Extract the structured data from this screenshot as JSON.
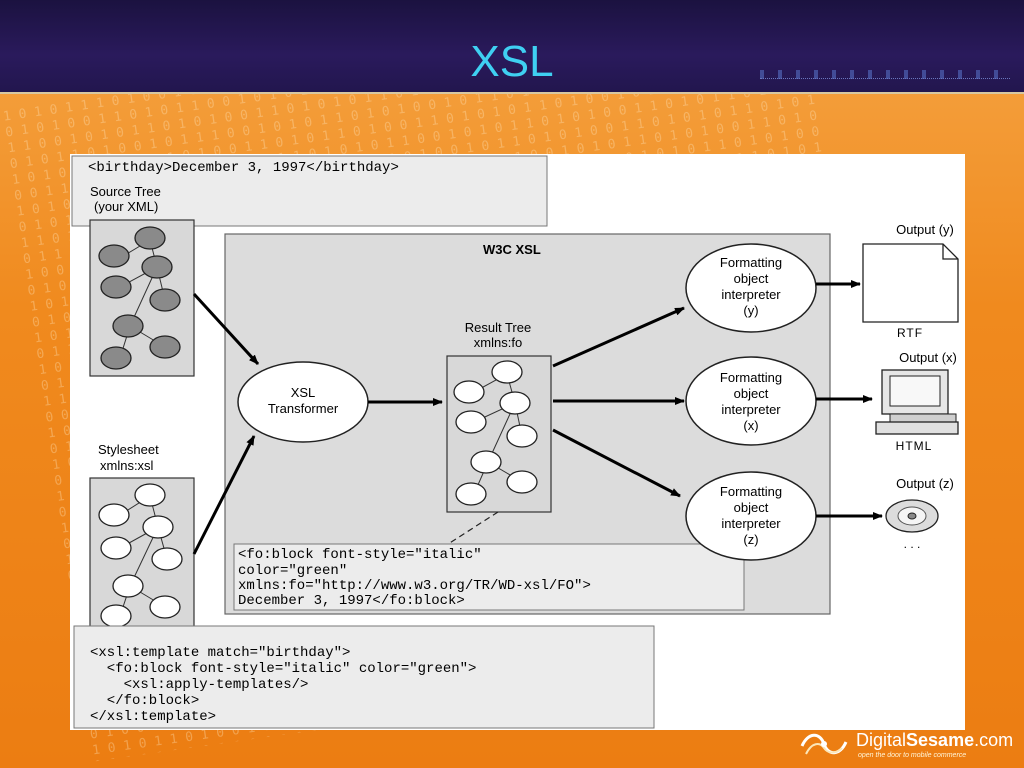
{
  "slide": {
    "title": "XSL"
  },
  "diagram": {
    "source_code": "<birthday>December 3, 1997</birthday>",
    "source_tree_label_1": "Source Tree",
    "source_tree_label_2": "(your XML)",
    "stylesheet_label_1": "Stylesheet",
    "stylesheet_label_2": "xmlns:xsl",
    "w3c_label": "W3C XSL",
    "transformer_line_1": "XSL",
    "transformer_line_2": "Transformer",
    "result_tree_label_1": "Result Tree",
    "result_tree_label_2": "xmlns:fo",
    "fo_lines": [
      "<fo:block font-style=\"italic\"",
      "color=\"green\"",
      "xmlns:fo=\"http://www.w3.org/TR/WD-xsl/FO\">",
      "December 3, 1997</fo:block>"
    ],
    "xsl_lines": [
      "<xsl:template match=\"birthday\">",
      "  <fo:block font-style=\"italic\" color=\"green\">",
      "    <xsl:apply-templates/>",
      "  </fo:block>",
      "</xsl:template>"
    ],
    "interpreters": [
      {
        "line1": "Formatting",
        "line2": "object",
        "line3": "interpreter",
        "line4": "(y)"
      },
      {
        "line1": "Formatting",
        "line2": "object",
        "line3": "interpreter",
        "line4": "(x)"
      },
      {
        "line1": "Formatting",
        "line2": "object",
        "line3": "interpreter",
        "line4": "(z)"
      }
    ],
    "outputs": [
      {
        "label": "Output (y)",
        "format": "RTF",
        "icon": "document-icon"
      },
      {
        "label": "Output (x)",
        "format": "HTML",
        "icon": "computer-icon"
      },
      {
        "label": "Output (z)",
        "format": ". . .",
        "icon": "disc-icon"
      }
    ]
  },
  "logo": {
    "name_plain": "Digital",
    "name_bold": "Sesame",
    "suffix": ".com",
    "tagline": "open the door to mobile commerce"
  },
  "colors": {
    "header_bg": "#22164e",
    "title": "#3fd0f2",
    "background": "#f08a1e"
  }
}
